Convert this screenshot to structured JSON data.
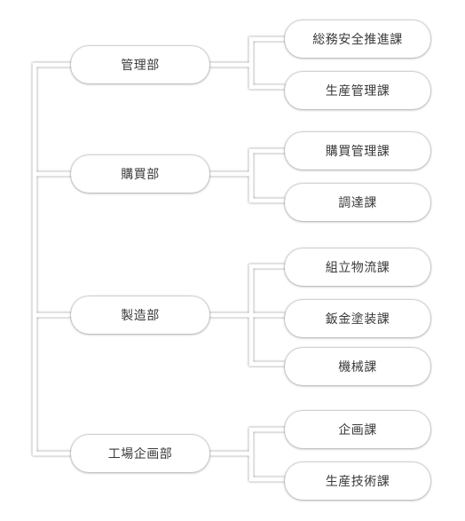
{
  "org_chart": {
    "departments": [
      {
        "name": "管理部",
        "sections": [
          "総務安全推進課",
          "生産管理課"
        ]
      },
      {
        "name": "購買部",
        "sections": [
          "購買管理課",
          "調達課"
        ]
      },
      {
        "name": "製造部",
        "sections": [
          "組立物流課",
          "鈑金塗装課",
          "機械課"
        ]
      },
      {
        "name": "工場企画部",
        "sections": [
          "企画課",
          "生産技術課"
        ]
      }
    ],
    "colors": {
      "node_fill": "#ffffff",
      "text": "#3a3a3a",
      "shadow": "#b4b4b4"
    }
  }
}
